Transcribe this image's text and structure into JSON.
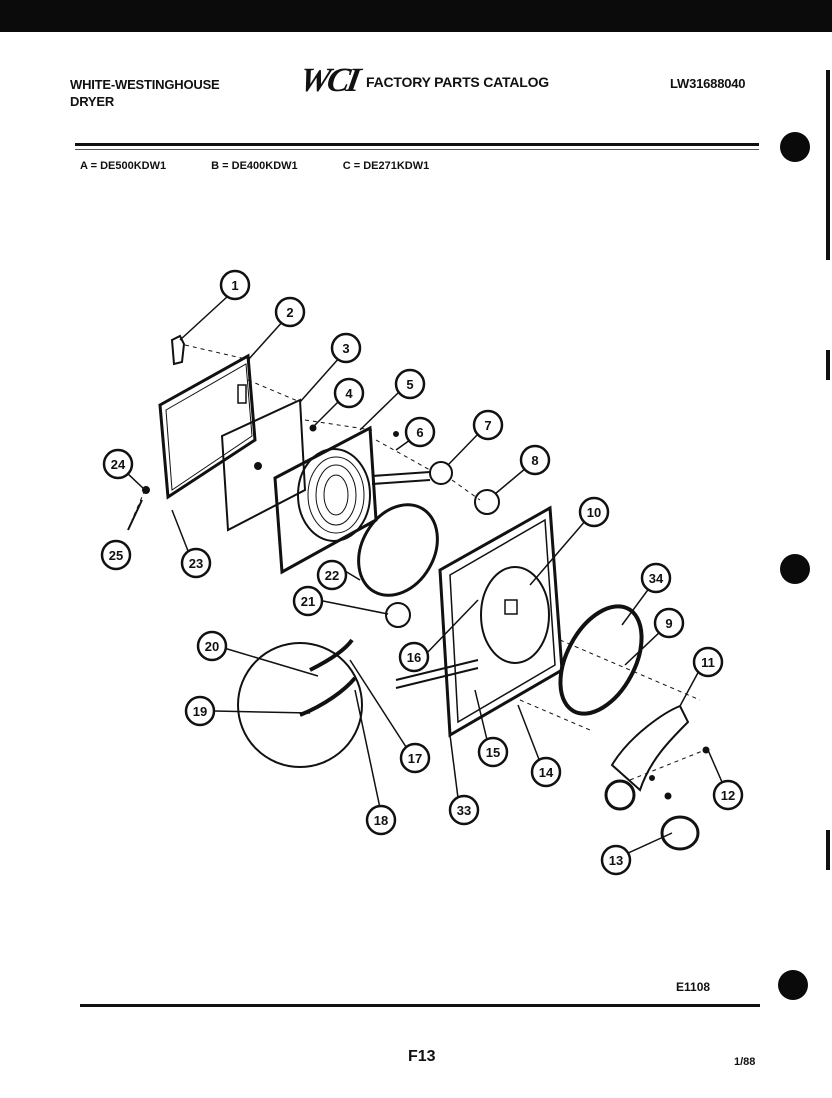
{
  "header": {
    "brand_line1": "WHITE-WESTINGHOUSE",
    "brand_line2": "DRYER",
    "logo": "WCI",
    "catalog_title": "FACTORY PARTS CATALOG",
    "catalog_number": "LW31688040"
  },
  "models": [
    "A = DE500KDW1",
    "B = DE400KDW1",
    "C = DE271KDW1"
  ],
  "callouts": [
    "1",
    "2",
    "3",
    "4",
    "5",
    "6",
    "7",
    "8",
    "10",
    "24",
    "25",
    "23",
    "22",
    "21",
    "20",
    "19",
    "16",
    "34",
    "9",
    "11",
    "17",
    "18",
    "15",
    "14",
    "33",
    "12",
    "13"
  ],
  "footer": {
    "diagram_code": "E1108",
    "page_label": "F13",
    "date": "1/88"
  }
}
